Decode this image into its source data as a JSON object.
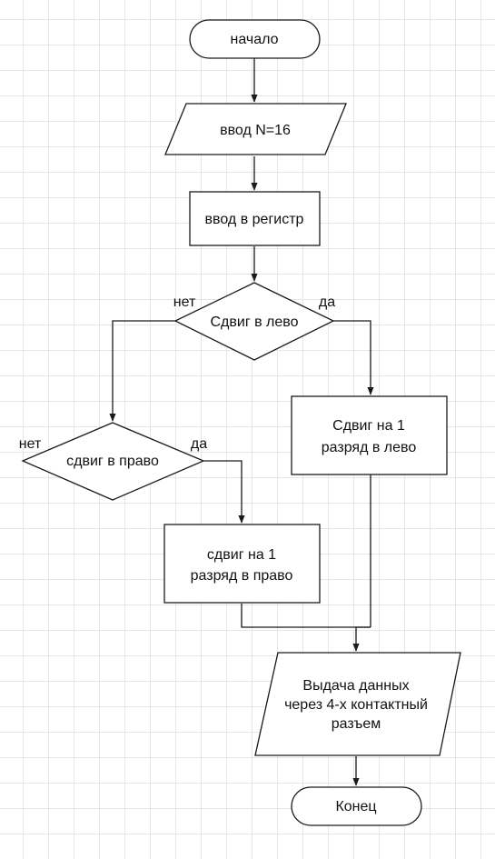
{
  "nodes": {
    "start": "начало",
    "input_n": "ввод N=16",
    "input_register": "ввод в регистр",
    "decision_left": "Сдвиг в лево",
    "shift_left_line1": "Сдвиг на 1",
    "shift_left_line2": "разряд в лево",
    "decision_right": "сдвиг в право",
    "shift_right_line1": "сдвиг на 1",
    "shift_right_line2": "разряд в право",
    "output_line1": "Выдача данных",
    "output_line2": "через 4-х контактный",
    "output_line3": "разъем",
    "end": "Конец"
  },
  "edge_labels": {
    "left_no": "нет",
    "left_yes": "да",
    "right_no": "нет",
    "right_yes": "да"
  },
  "colors": {
    "stroke": "#1a1a1a",
    "grid": "#e6e6e6",
    "fill": "#ffffff"
  }
}
